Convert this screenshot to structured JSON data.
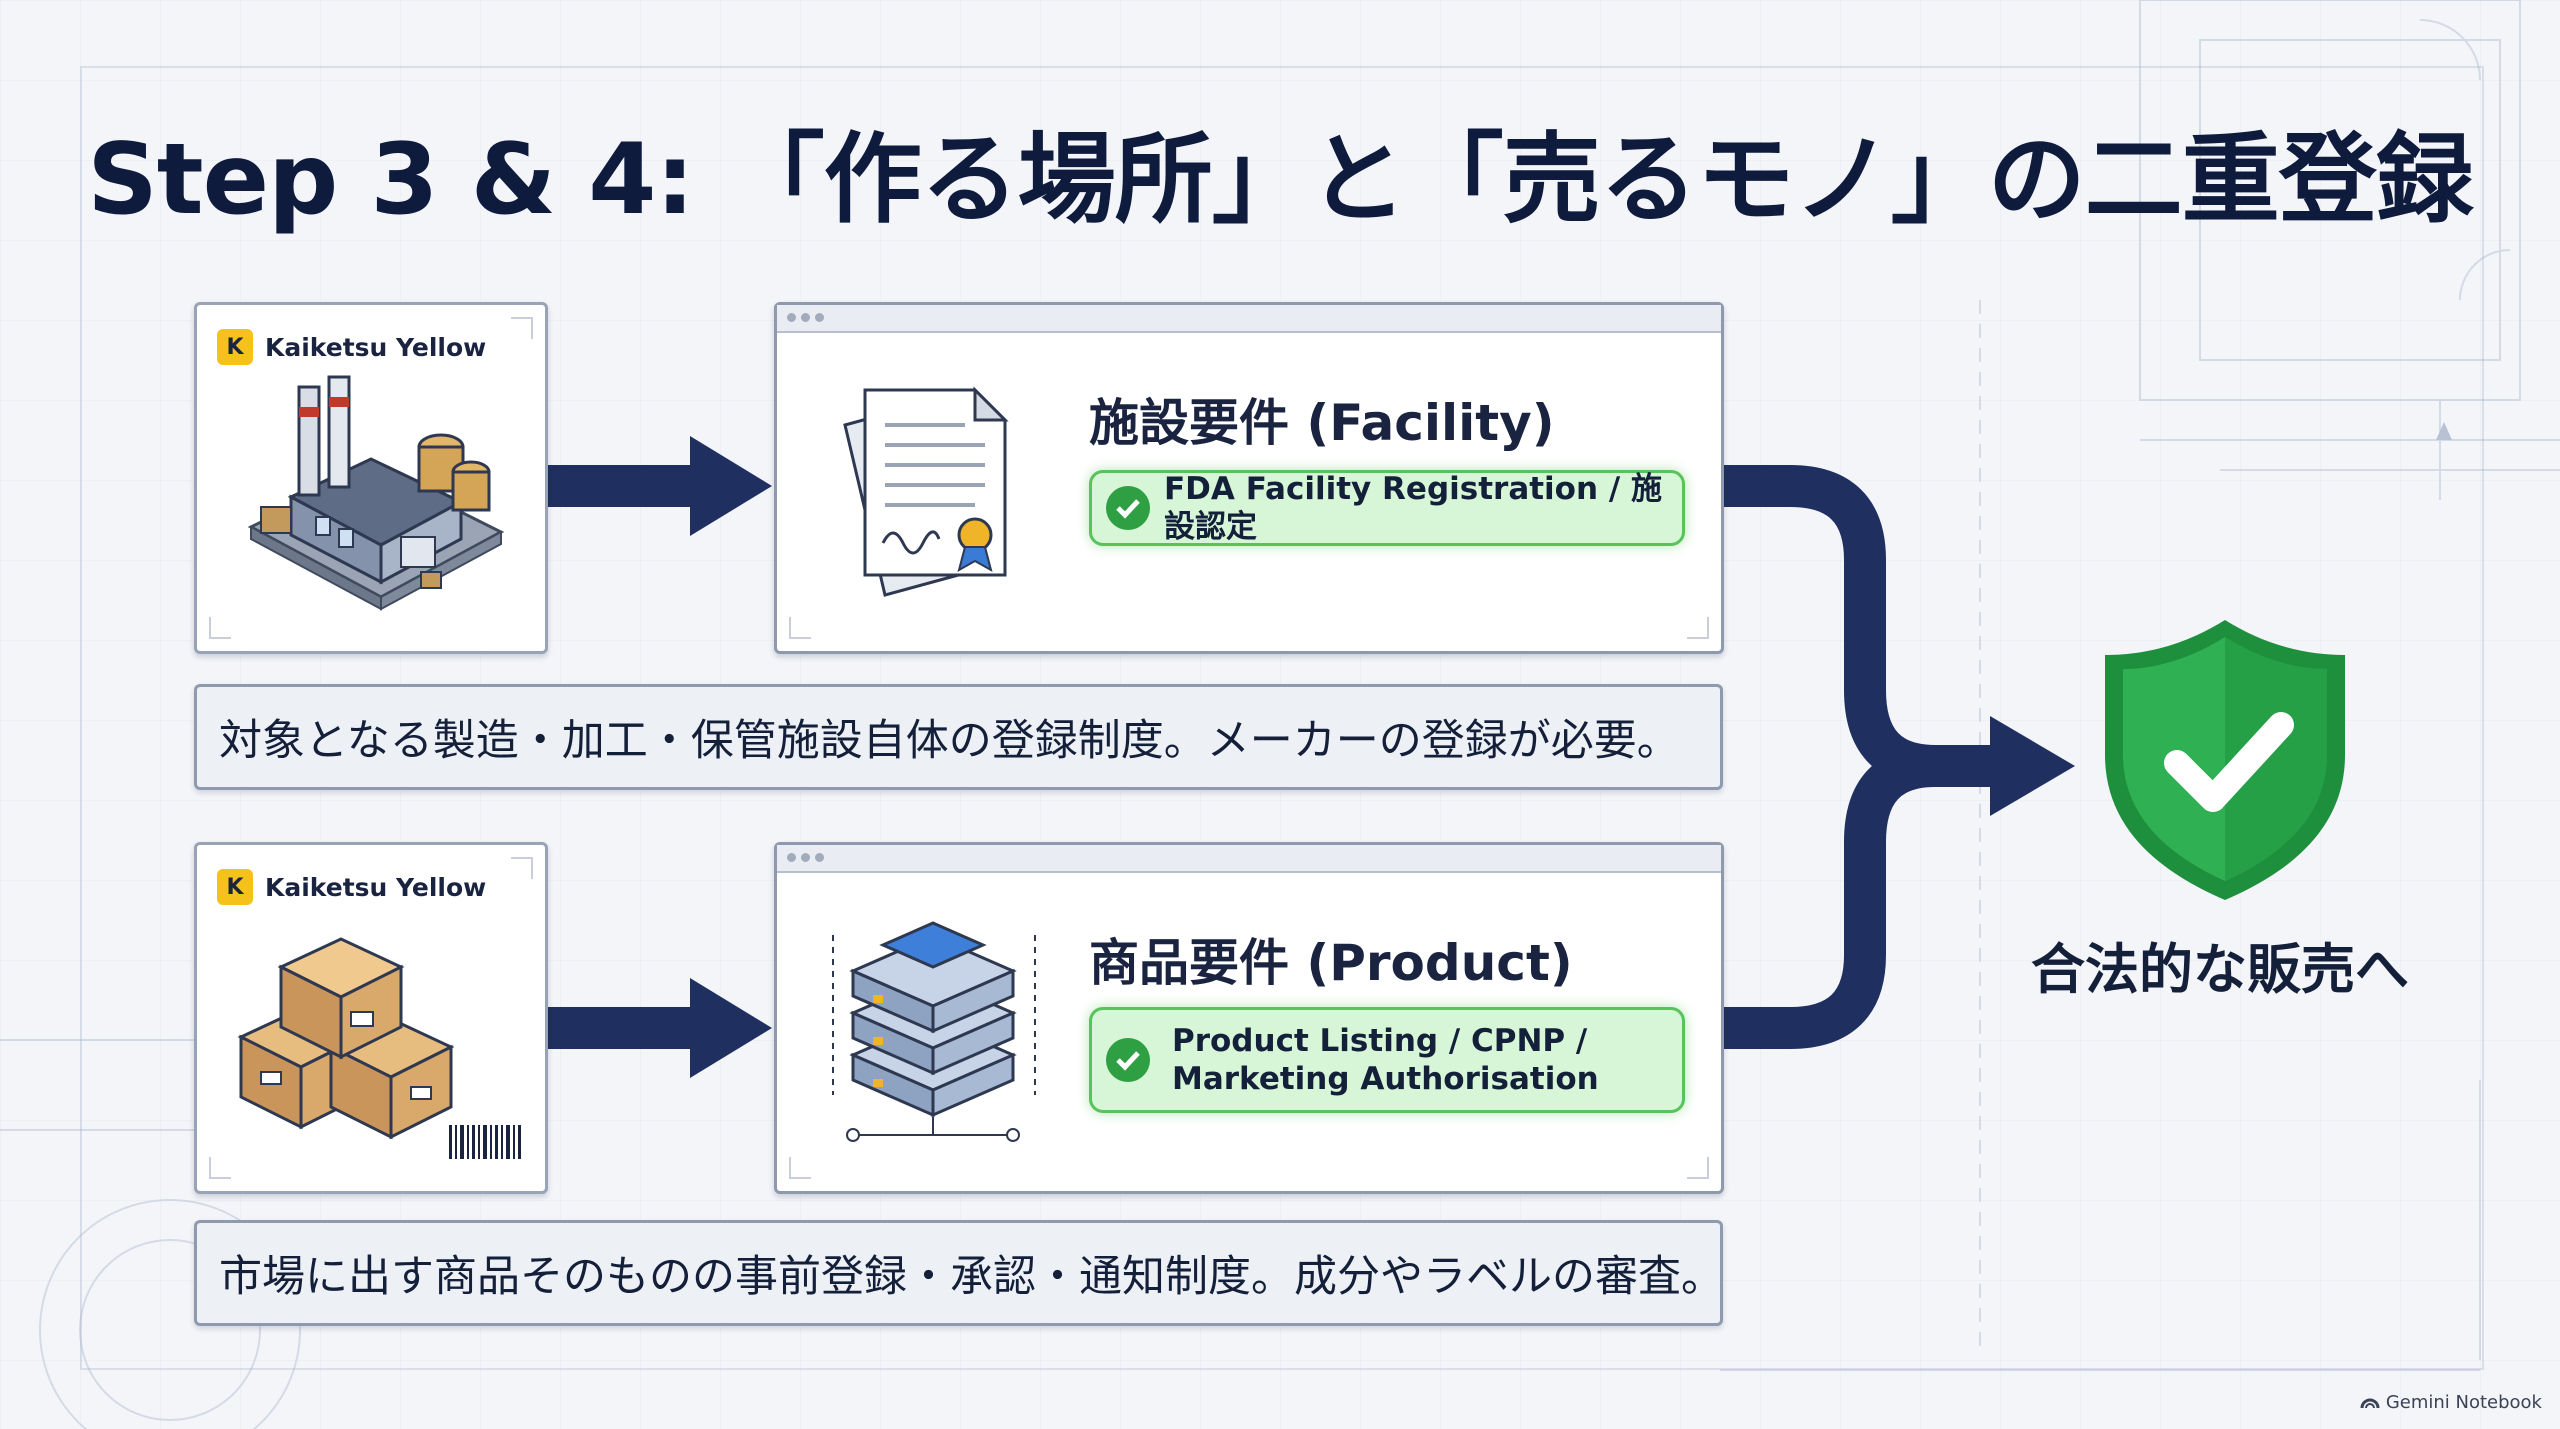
{
  "title": "Step 3 & 4: 「作る場所」と「売るモノ」の二重登録",
  "brand": {
    "name": "Kaiketsu Yellow",
    "logo_letter": "K"
  },
  "facility": {
    "heading": "施設要件 (Facility)",
    "badge": "FDA Facility Registration / 施設認定",
    "description": "対象となる製造・加工・保管施設自体の登録制度。メーカーの登録が必要。",
    "icon": "factory-icon",
    "doc_icon": "certificate-document-icon"
  },
  "product": {
    "heading": "商品要件 (Product)",
    "badge_line1": "Product Listing / CPNP /",
    "badge_line2": "Marketing Authorisation",
    "description": "市場に出す商品そのものの事前登録・承認・通知制度。成分やラベルの審査。",
    "icon": "boxes-icon",
    "db_icon": "server-database-icon"
  },
  "outcome": {
    "label": "合法的な販売へ",
    "icon": "shield-check-icon"
  },
  "footer": {
    "label": "Gemini Notebook"
  },
  "colors": {
    "navy": "#1f3060",
    "check_green": "#2ea043",
    "badge_bg": "#d7f6d7",
    "shield_green": "#22a046",
    "brand_yellow": "#f4c21b"
  }
}
